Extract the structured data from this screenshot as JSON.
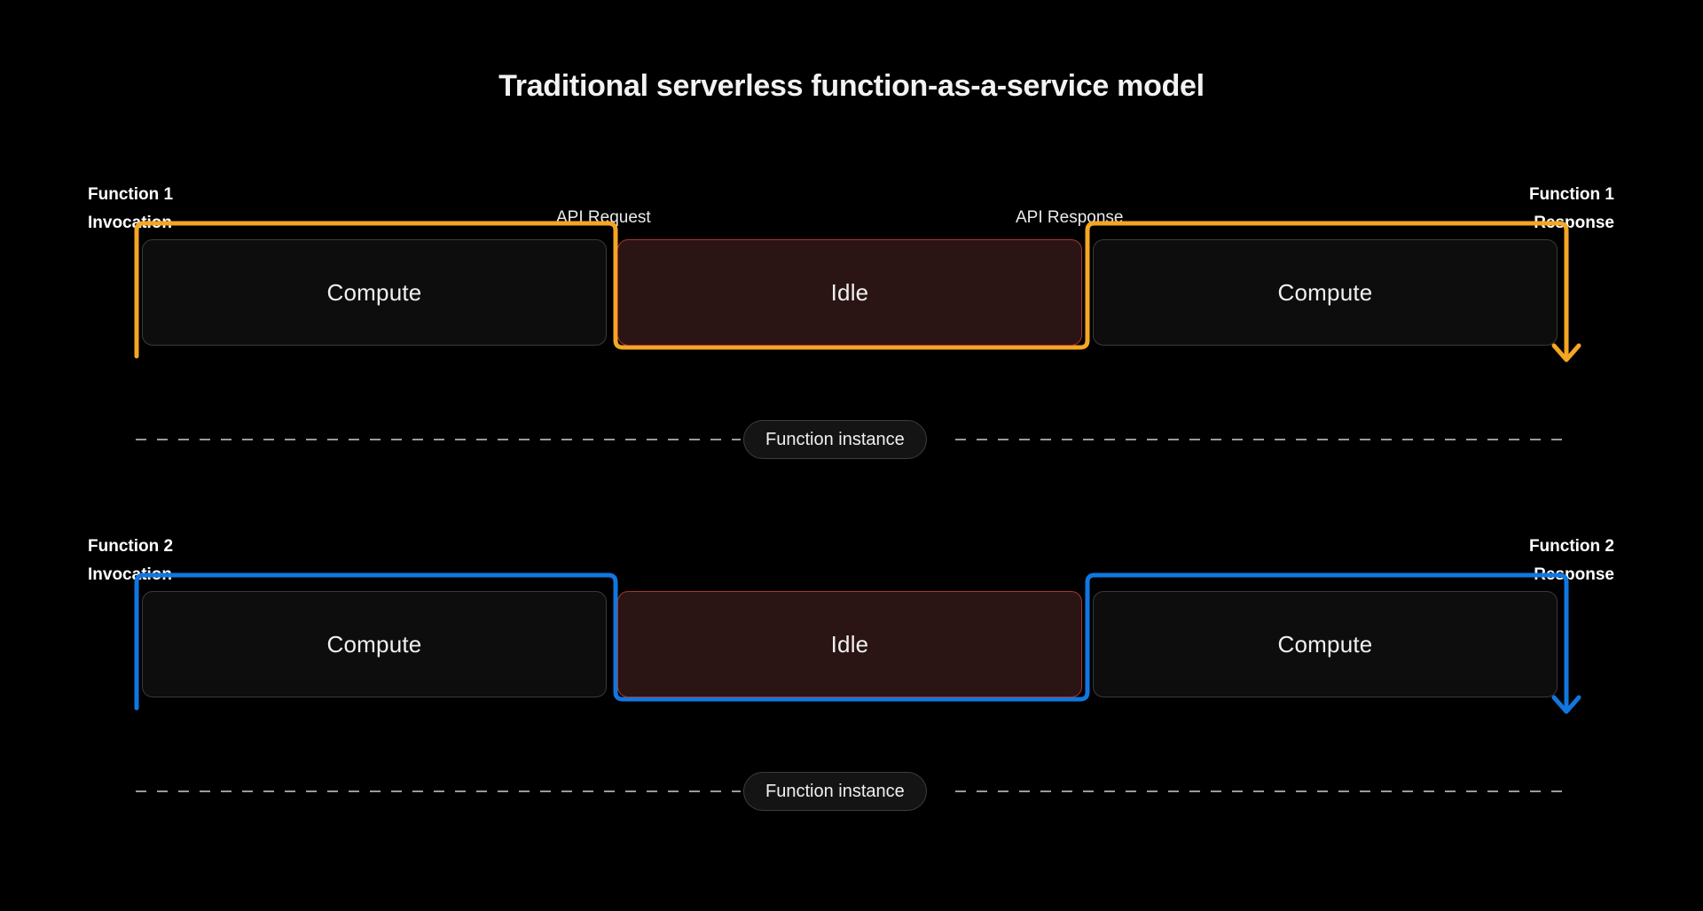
{
  "page": {
    "background": "#000000",
    "title": "Traditional serverless function-as-a-service model"
  },
  "colors": {
    "function_1_accent": "#f5a623",
    "function_2_accent": "#1177e0",
    "idle_fill": "#2b1414",
    "idle_border": "#a8362c",
    "compute_fill": "#0d0d0d",
    "compute_border": "#3a3a3a",
    "dash_line": "#9a9a9a",
    "text": "#ffffff"
  },
  "rows": [
    {
      "id": "function-1",
      "accent": "#f5a623",
      "invocation_label": "Function 1\nInvocation",
      "response_label": "Function 1\nResponse",
      "api_request_label": "API Request",
      "api_response_label": "API Response",
      "segments": [
        {
          "label": "Compute",
          "type": "compute"
        },
        {
          "label": "Idle",
          "type": "idle"
        },
        {
          "label": "Compute",
          "type": "compute"
        }
      ],
      "instance_label": "Function instance"
    },
    {
      "id": "function-2",
      "accent": "#1177e0",
      "invocation_label": "Function 2\nInvocation",
      "response_label": "Function 2\nResponse",
      "api_request_label": "",
      "api_response_label": "",
      "segments": [
        {
          "label": "Compute",
          "type": "compute"
        },
        {
          "label": "Idle",
          "type": "idle"
        },
        {
          "label": "Compute",
          "type": "compute"
        }
      ],
      "instance_label": "Function instance"
    }
  ]
}
